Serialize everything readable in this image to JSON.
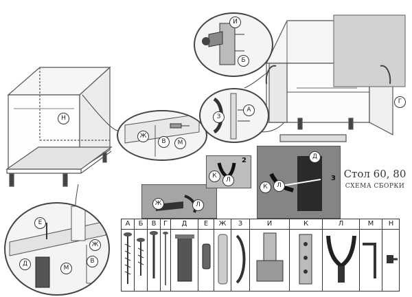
{
  "title": {
    "main": "Стол 60, 80",
    "sub": "СХЕМА СБОРКИ"
  },
  "parts_table": {
    "columns": [
      {
        "letter": "А",
        "icon": "long-screw-icon"
      },
      {
        "letter": "Б",
        "icon": "wood-screw-icon"
      },
      {
        "letter": "В",
        "icon": "confirmat-screw-icon"
      },
      {
        "letter": "Г",
        "icon": "nail-icon"
      },
      {
        "letter": "Д",
        "icon": "adjustable-leg-icon"
      },
      {
        "letter": "Е",
        "icon": "dowel-icon"
      },
      {
        "letter": "Ж",
        "icon": "plinth-clip-icon"
      },
      {
        "letter": "З",
        "icon": "handle-icon"
      },
      {
        "letter": "И",
        "icon": "hinge-icon"
      },
      {
        "letter": "К",
        "icon": "mounting-plate-icon"
      },
      {
        "letter": "Л",
        "icon": "leg-clip-icon"
      },
      {
        "letter": "М",
        "icon": "hex-key-icon"
      },
      {
        "letter": "Н",
        "icon": "shelf-pin-icon"
      }
    ]
  },
  "callouts": {
    "cabinet_shelf_pin": "Н",
    "plinth_detail_zh": "Ж",
    "plinth_detail_v": "В",
    "plinth_detail_m": "М",
    "hinge_detail_i": "И",
    "hinge_detail_b": "Б",
    "handle_detail_a": "А",
    "handle_detail_z": "З",
    "door_g": "Г",
    "leg_detail_d": "Д",
    "photo2_k": "К",
    "photo2_l": "Л",
    "photo2_num": "2",
    "photo3_d": "Д",
    "photo3_k": "К",
    "photo3_l": "Л",
    "photo3_num": "3",
    "photo1_zh": "Ж",
    "photo1_l": "Л",
    "base_e": "Е",
    "base_zh": "Ж",
    "base_d": "Д",
    "base_m": "М",
    "base_v": "В"
  }
}
